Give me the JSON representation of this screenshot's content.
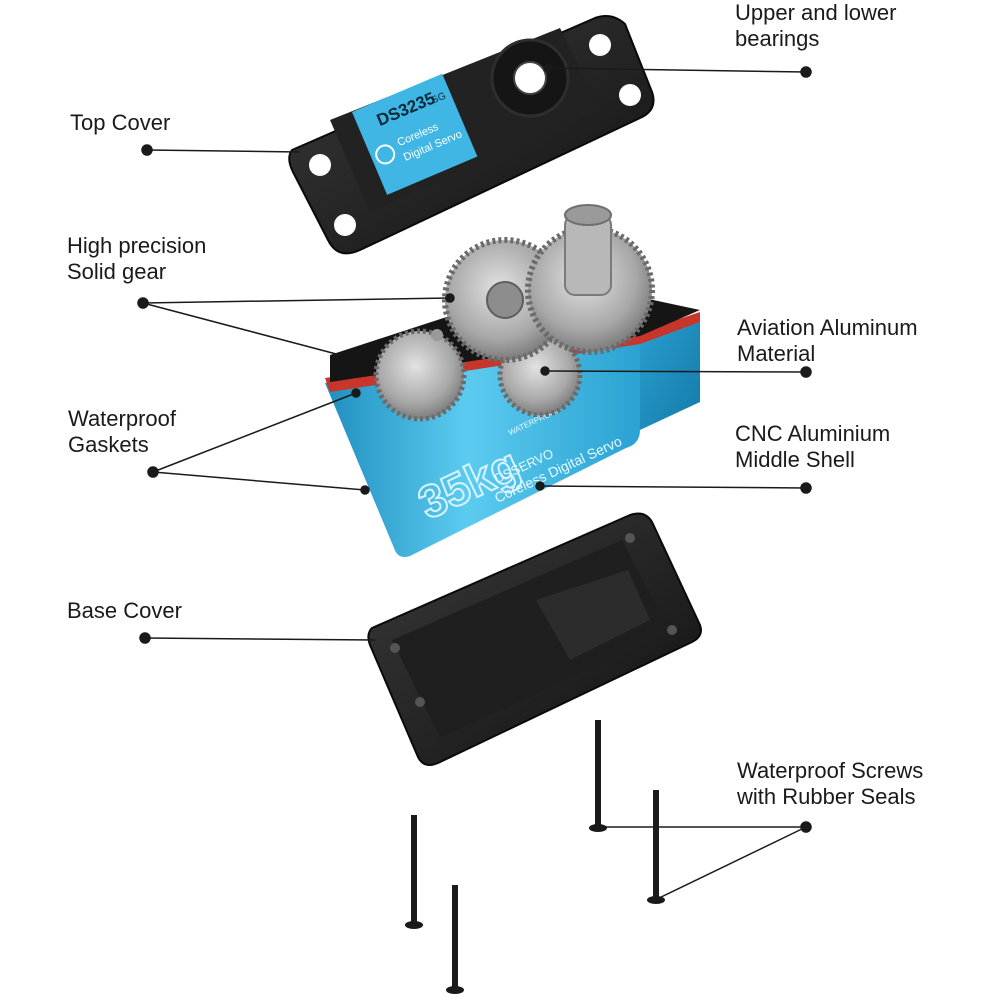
{
  "callouts": {
    "bearings": "Upper and lower\nbearings",
    "top_cover": "Top Cover",
    "solid_gear": "High precision\nSolid gear",
    "aluminum_material": "Aviation Aluminum\nMaterial",
    "gaskets": "Waterproof\nGaskets",
    "middle_shell": "CNC Aluminium\nMiddle Shell",
    "base_cover": "Base Cover",
    "screws": "Waterproof Screws\nwith Rubber Seals"
  },
  "product_markings": {
    "top_model": "DS3235",
    "top_model_suffix": "SG",
    "top_line1": "Coreless",
    "top_line2": "Digital Servo",
    "side_torque": "35kg",
    "side_brand": "DSSERVO",
    "side_line": "Coreless Digital Servo",
    "side_small": "WATERPROOF"
  },
  "colors": {
    "shell_blue": "#2aa9d8",
    "shell_light": "#6fd0f0",
    "gasket_red": "#c8352a",
    "cover_black": "#1c1c1c",
    "gear_steel": "#a9a9a9",
    "leader_line": "#1a1a1a"
  }
}
